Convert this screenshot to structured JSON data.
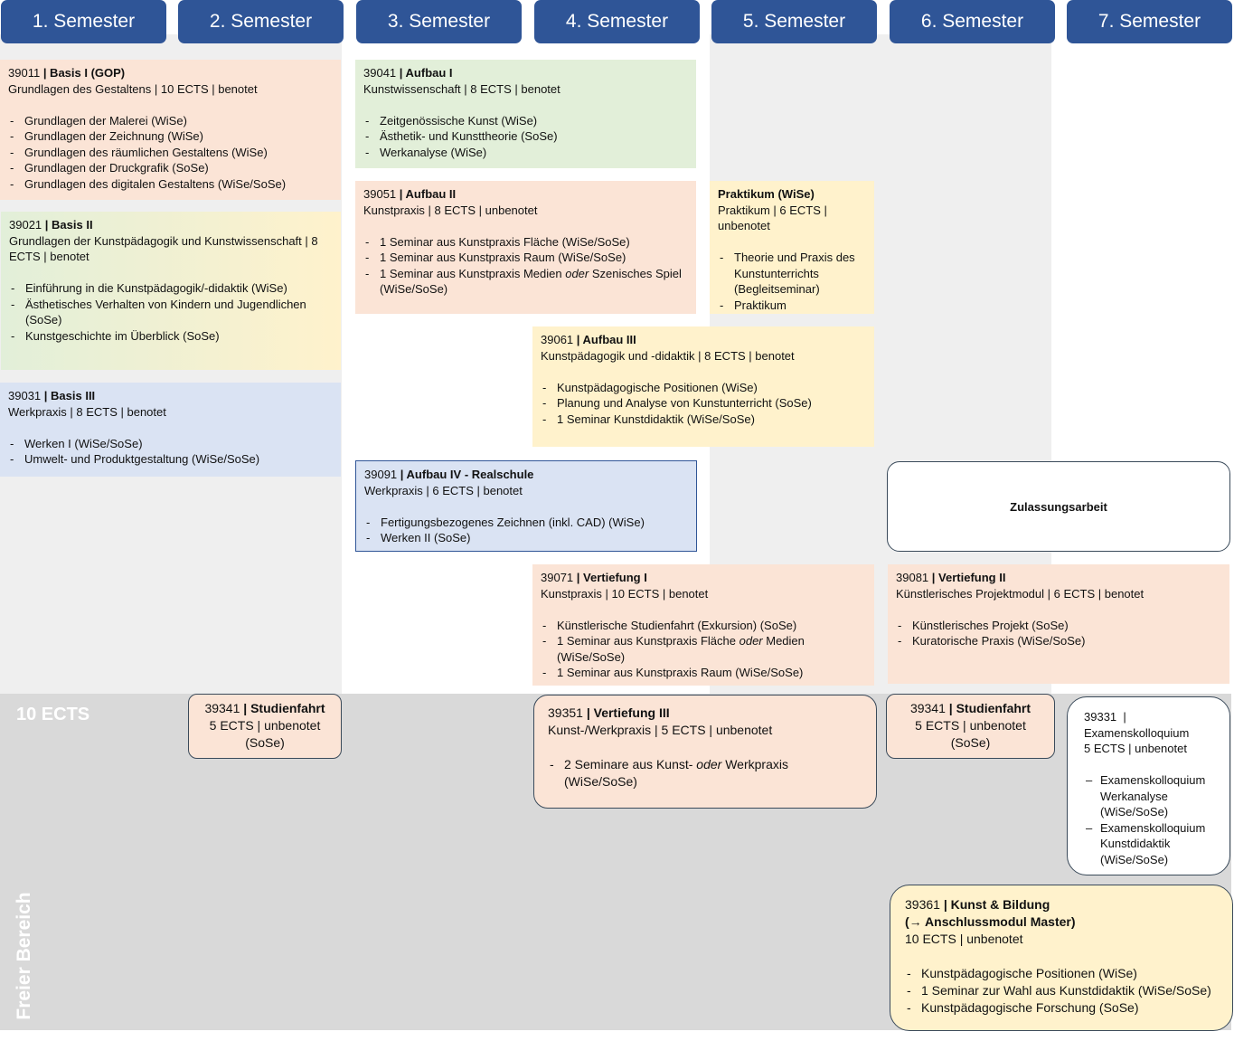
{
  "semesters": [
    "1. Semester",
    "2. Semester",
    "3. Semester",
    "4. Semester",
    "5. Semester",
    "6. Semester",
    "7. Semester"
  ],
  "free_area": {
    "ects_label": "10 ECTS",
    "vertical_label": "Freier Bereich"
  },
  "modules": {
    "m39011": {
      "code": "39011",
      "title": "| Basis I (GOP)",
      "subtitle": "Grundlagen des Gestaltens | 10 ECTS | benotet",
      "items": [
        "Grundlagen der Malerei (WiSe)",
        "Grundlagen der Zeichnung (WiSe)",
        "Grundlagen des räumlichen Gestaltens (WiSe)",
        "Grundlagen der Druckgrafik (SoSe)",
        "Grundlagen des digitalen Gestaltens (WiSe/SoSe)"
      ]
    },
    "m39021": {
      "code": "39021",
      "title": "| Basis II",
      "subtitle": "Grundlagen der Kunstpädagogik und Kunstwissenschaft | 8 ECTS | benotet",
      "items": [
        "Einführung in die Kunstpädagogik/-didaktik (WiSe)",
        "Ästhetisches Verhalten von Kindern und Jugendlichen (SoSe)",
        "Kunstgeschichte im Überblick (SoSe)"
      ]
    },
    "m39031": {
      "code": "39031",
      "title": "| Basis III",
      "subtitle": "Werkpraxis | 8 ECTS | benotet",
      "items": [
        "Werken I (WiSe/SoSe)",
        "Umwelt- und Produktgestaltung (WiSe/SoSe)"
      ]
    },
    "m39041": {
      "code": "39041",
      "title": "| Aufbau I",
      "subtitle": "Kunstwissenschaft | 8 ECTS | benotet",
      "items": [
        "Zeitgenössische Kunst (WiSe)",
        "Ästhetik- und Kunsttheorie (SoSe)",
        "Werkanalyse (WiSe)"
      ]
    },
    "m39051": {
      "code": "39051",
      "title": "| Aufbau II",
      "subtitle": "Kunstpraxis | 8 ECTS | unbenotet",
      "items": [
        "1 Seminar aus Kunstpraxis Fläche (WiSe/SoSe)",
        "1 Seminar aus Kunstpraxis Raum (WiSe/SoSe)"
      ],
      "item3_a": "1 Seminar aus Kunstpraxis Medien ",
      "item3_em": "oder",
      "item3_b": " Szenisches Spiel (WiSe/SoSe)"
    },
    "praktikum": {
      "title": "Praktikum (WiSe)",
      "subtitle": "Praktikum | 6 ECTS | unbenotet",
      "items": [
        "Theorie und Praxis des Kunstunterrichts (Begleitseminar)",
        "Praktikum"
      ]
    },
    "m39061": {
      "code": "39061",
      "title": "| Aufbau III",
      "subtitle": "Kunstpädagogik und -didaktik | 8 ECTS | benotet",
      "items": [
        "Kunstpädagogische Positionen (WiSe)",
        "Planung und Analyse von Kunstunterricht (SoSe)",
        "1 Seminar Kunstdidaktik (WiSe/SoSe)"
      ]
    },
    "m39091": {
      "code": "39091",
      "title": "| Aufbau IV - Realschule",
      "subtitle": "Werkpraxis | 6 ECTS | benotet",
      "items": [
        "Fertigungsbezogenes Zeichnen (inkl. CAD) (WiSe)",
        "Werken II (SoSe)"
      ]
    },
    "zulassung": {
      "title": "Zulassungsarbeit"
    },
    "m39071": {
      "code": "39071",
      "title": "| Vertiefung I",
      "subtitle": "Kunstpraxis | 10 ECTS | benotet",
      "item1": "Künstlerische Studienfahrt (Exkursion) (SoSe)",
      "item2_a": "1 Seminar aus Kunstpraxis Fläche ",
      "item2_em": "oder",
      "item2_b": " Medien (WiSe/SoSe)",
      "item3": "1 Seminar aus Kunstpraxis Raum  (WiSe/SoSe)"
    },
    "m39081": {
      "code": "39081",
      "title": "| Vertiefung II",
      "subtitle": "Künstlerisches Projektmodul | 6 ECTS | benotet",
      "items": [
        "Künstlerisches Projekt (SoSe)",
        "Kuratorische Praxis (WiSe/SoSe)"
      ]
    },
    "m39341a": {
      "code": "39341",
      "title": "| Studienfahrt",
      "line2": "5 ECTS | unbenotet",
      "line3": "(SoSe)"
    },
    "m39351": {
      "code": "39351",
      "title": "| Vertiefung III",
      "subtitle": "Kunst-/Werkpraxis | 5 ECTS | unbenotet",
      "item_a": "2 Seminare aus Kunst- ",
      "item_em": "oder",
      "item_b": " Werkpraxis (WiSe/SoSe)"
    },
    "m39341b": {
      "code": "39341",
      "title": "| Studienfahrt",
      "line2": "5 ECTS | unbenotet",
      "line3": "(SoSe)"
    },
    "m39331": {
      "code": "39331",
      "title": "|",
      "line2": "Examenskolloquium",
      "line3": "5 ECTS | unbenotet",
      "items": [
        "Examenskolloquium Werkanalyse (WiSe/SoSe)",
        "Examenskolloquium Kunstdidaktik (WiSe/SoSe)"
      ]
    },
    "m39361": {
      "code": "39361",
      "title": "| Kunst & Bildung",
      "title2": "(→ Anschlussmodul Master)",
      "subtitle": "10 ECTS | unbenotet",
      "items": [
        "Kunstpädagogische Positionen (WiSe)",
        "1 Seminar zur Wahl aus Kunstdidaktik (WiSe/SoSe)",
        "Kunstpädagogische Forschung (SoSe)"
      ]
    }
  },
  "colors": {
    "header": "#2f5597",
    "peach": "#fbe4d6",
    "green": "#e2efd9",
    "yellow": "#fff2cc",
    "blue": "#dae3f3",
    "column_bg": "#efefef",
    "free_bg": "#d9d9d9"
  }
}
